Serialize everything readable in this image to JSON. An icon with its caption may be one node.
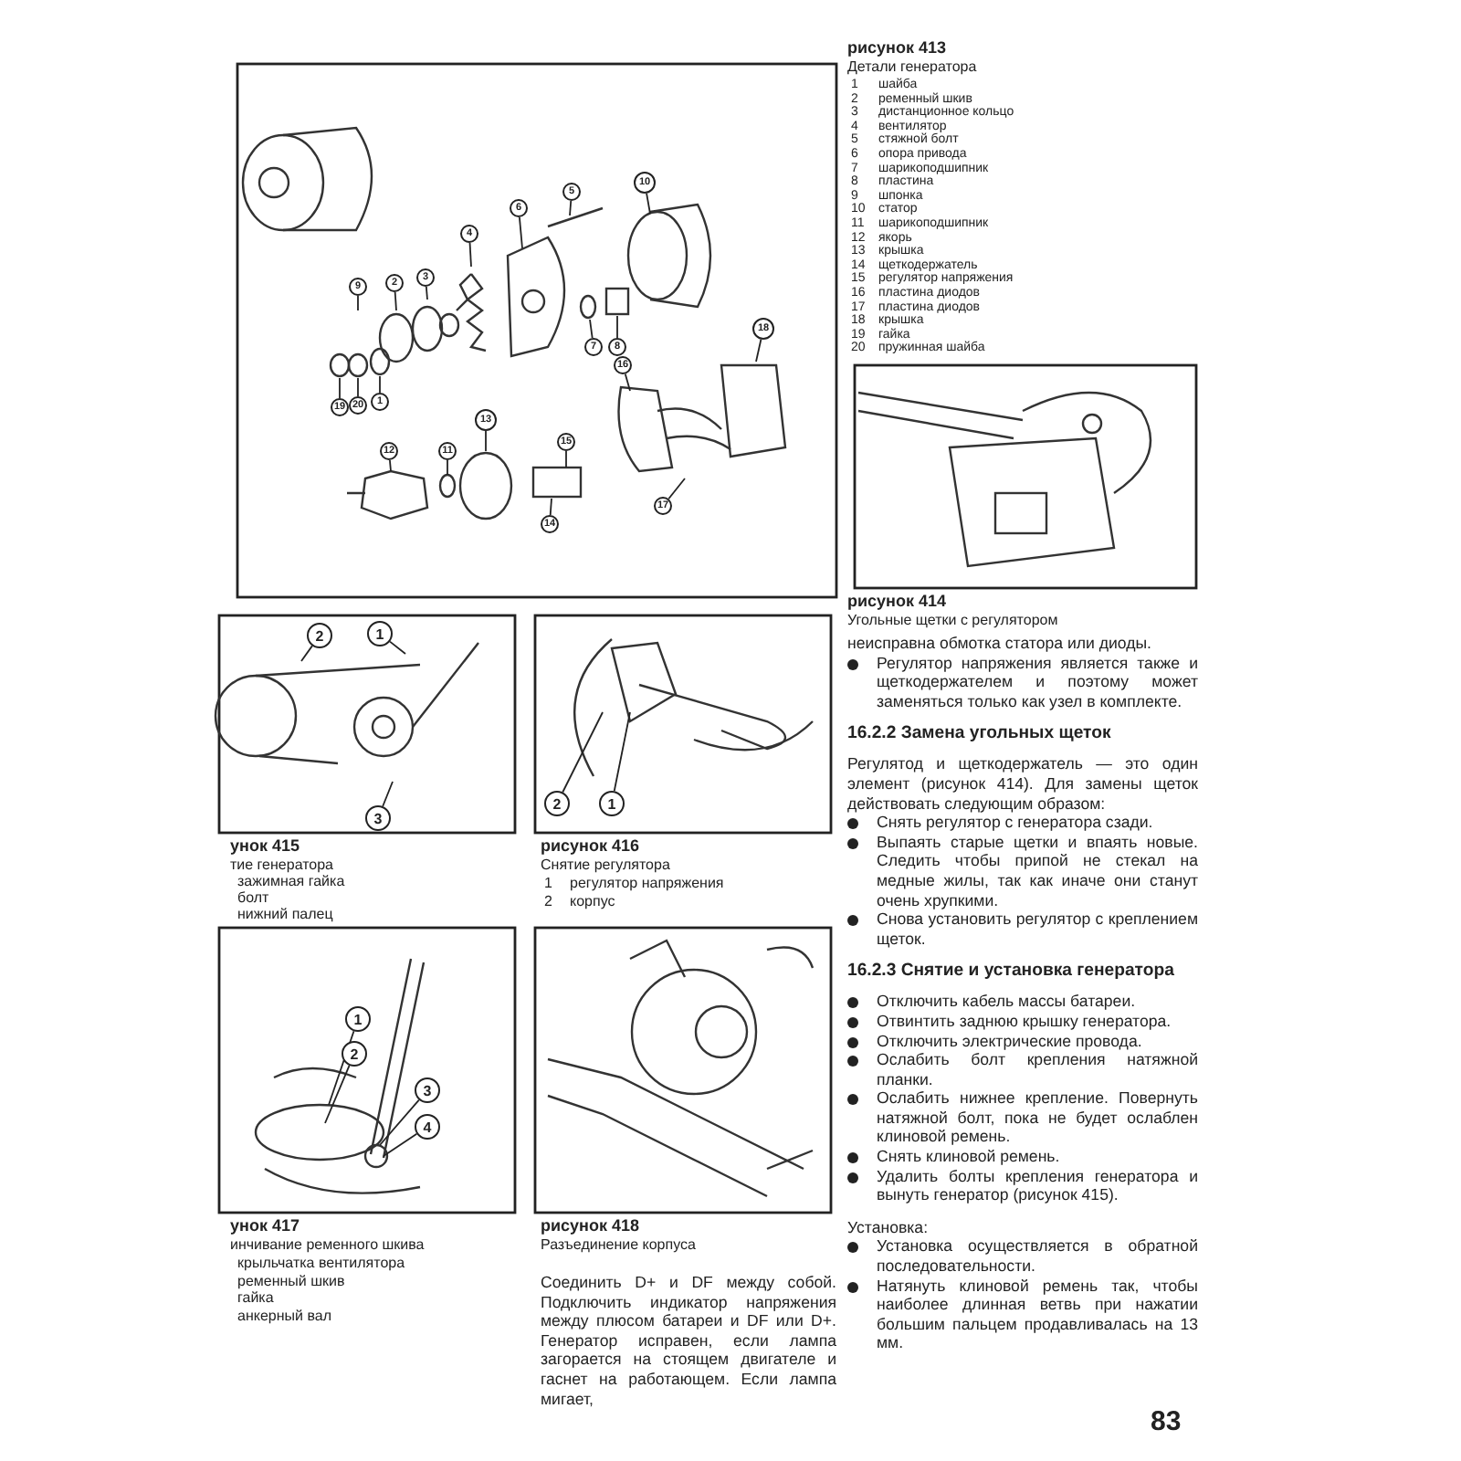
{
  "diagram": {
    "nodes": [
      {
        "text": [
          "9"
        ]
      },
      {
        "text": [
          "2"
        ]
      },
      {
        "text": [
          "3"
        ]
      },
      {
        "text": [
          "4"
        ]
      },
      {
        "text": [
          "6"
        ]
      },
      {
        "text": [
          "5"
        ]
      },
      {
        "text": [
          "10"
        ]
      },
      {
        "text": [
          "19"
        ]
      },
      {
        "text": [
          "20"
        ]
      },
      {
        "text": [
          "1"
        ]
      },
      {
        "text": [
          "7"
        ]
      },
      {
        "text": [
          "8"
        ]
      },
      {
        "text": [
          "18"
        ]
      },
      {
        "text": [
          "16"
        ]
      },
      {
        "text": [
          "12"
        ]
      },
      {
        "text": [
          "11"
        ]
      },
      {
        "text": [
          "13"
        ]
      },
      {
        "text": [
          "15"
        ]
      },
      {
        "text": [
          "14"
        ]
      },
      {
        "text": [
          "17"
        ]
      },
      {
        "text": [
          "2"
        ]
      },
      {
        "text": [
          "1"
        ]
      },
      {
        "text": [
          "3"
        ]
      },
      {
        "text": [
          "2"
        ]
      },
      {
        "text": [
          "1"
        ]
      },
      {
        "text": [
          "1"
        ]
      },
      {
        "text": [
          "2"
        ]
      },
      {
        "text": [
          "3"
        ]
      },
      {
        "text": [
          "4"
        ]
      }
    ],
    "edges": [
      {
        "from": 0,
        "to": null,
        "arrow": "none"
      },
      {
        "from": 1,
        "to": null,
        "arrow": "none"
      },
      {
        "from": 2,
        "to": null,
        "arrow": "none"
      },
      {
        "from": 3,
        "to": null,
        "arrow": "none"
      },
      {
        "from": 4,
        "to": null,
        "arrow": "none"
      },
      {
        "from": 5,
        "to": null,
        "arrow": "none"
      },
      {
        "from": 6,
        "to": null,
        "arrow": "none"
      },
      {
        "from": 7,
        "to": null,
        "arrow": "none"
      },
      {
        "from": 8,
        "to": null,
        "arrow": "none"
      },
      {
        "from": 9,
        "to": null,
        "arrow": "none"
      },
      {
        "from": 10,
        "to": null,
        "arrow": "none"
      },
      {
        "from": 11,
        "to": null,
        "arrow": "none"
      },
      {
        "from": 12,
        "to": null,
        "arrow": "none"
      },
      {
        "from": 13,
        "to": null,
        "arrow": "none"
      },
      {
        "from": 14,
        "to": null,
        "arrow": "none"
      },
      {
        "from": 15,
        "to": null,
        "arrow": "none"
      },
      {
        "from": 16,
        "to": null,
        "arrow": "none"
      },
      {
        "from": 17,
        "to": null,
        "arrow": "none"
      },
      {
        "from": 18,
        "to": null,
        "arrow": "none"
      },
      {
        "from": 19,
        "to": null,
        "arrow": "none"
      },
      {
        "from": 20,
        "to": null,
        "arrow": "none"
      },
      {
        "from": 21,
        "to": null,
        "arrow": "none"
      },
      {
        "from": 22,
        "to": null,
        "arrow": "none"
      },
      {
        "from": 23,
        "to": null,
        "arrow": "none"
      },
      {
        "from": 24,
        "to": null,
        "arrow": "none"
      },
      {
        "from": 25,
        "to": null,
        "arrow": "none"
      },
      {
        "from": 26,
        "to": null,
        "arrow": "none"
      },
      {
        "from": 27,
        "to": null,
        "arrow": "none"
      },
      {
        "from": 28,
        "to": null,
        "arrow": "none"
      }
    ],
    "labels": [
      "рисунок 413",
      "Детали генератора",
      "1",
      "шайба",
      "2",
      "ременный шкив",
      "3",
      "дистанционное кольцо",
      "4",
      "вентилятор",
      "5",
      "стяжной болт",
      "6",
      "опора привода",
      "7",
      "шарикоподшипник",
      "8",
      "пластина",
      "9",
      "шпонка",
      "10",
      "статор",
      "11",
      "шарикоподшипник",
      "12",
      "якорь",
      "13",
      "крышка",
      "14",
      "щеткодержатель",
      "15",
      "регулятор напряжения",
      "16",
      "пластина диодов",
      "17",
      "пластина диодов",
      "18",
      "крышка",
      "19",
      "гайка",
      "20",
      "пружинная шайба",
      "рисунок 414",
      "Угольные щетки с регулятором",
      "унок 415",
      "тие генератора",
      "зажимная гайка",
      "болт",
      "нижний палец",
      "рисунок 416",
      "Снятие регулятора",
      "1",
      "регулятор напряжения",
      "2",
      "корпус",
      "унок 417",
      "инчивание ременного шкива",
      "крыльчатка вентилятора",
      "ременный шкив",
      "гайка",
      "анкерный вал",
      "рисунок 418",
      "Разъединение корпуса",
      "Соединить D+ и DF между собой. Подключить индикатор напряжения между плюсом батареи и DF или D+. Генератор исправен, если лампа загорается на стоящем двигателе и гаснет на работающем. Если лампа мигает,",
      "неисправна обмотка статора или диоды.",
      "Регулятор напряжения является также и щеткодержателем и поэтому может заменяться только как узел в комплекте.",
      "16.2.2 Замена угольных щеток",
      "Регулятод и щеткодержатель — это один элемент (рисунок 414). Для замены щеток действовать следующим образом:",
      "Снять регулятор с генератора сзади.",
      "Выпаять старые щетки и впаять новые. Следить чтобы припой не стекал на медные жилы, так как иначе они станут очень хрупкими.",
      "Снова установить регулятор с креплением щеток.",
      "16.2.3 Снятие и установка генератора",
      "Отключить кабель массы батареи.",
      "Отвинтить заднюю крышку генератора.",
      "Отключить электрические провода.",
      "Ослабить болт крепления натяжной планки.",
      "Ослабить нижнее крепление. Повернуть натяжной болт, пока не будет ослаблен клиновой ремень.",
      "Снять клиновой ремень.",
      "Удалить болты крепления генератора и вынуть генератор (рисунок 415).",
      "Установка:",
      "Установка осуществляется в обратной последовательности.",
      "Натянуть клиновой ремень так, чтобы наиболее длинная ветвь при нажатии большим пальцем продавливалась на 13 мм.",
      "83"
    ]
  }
}
